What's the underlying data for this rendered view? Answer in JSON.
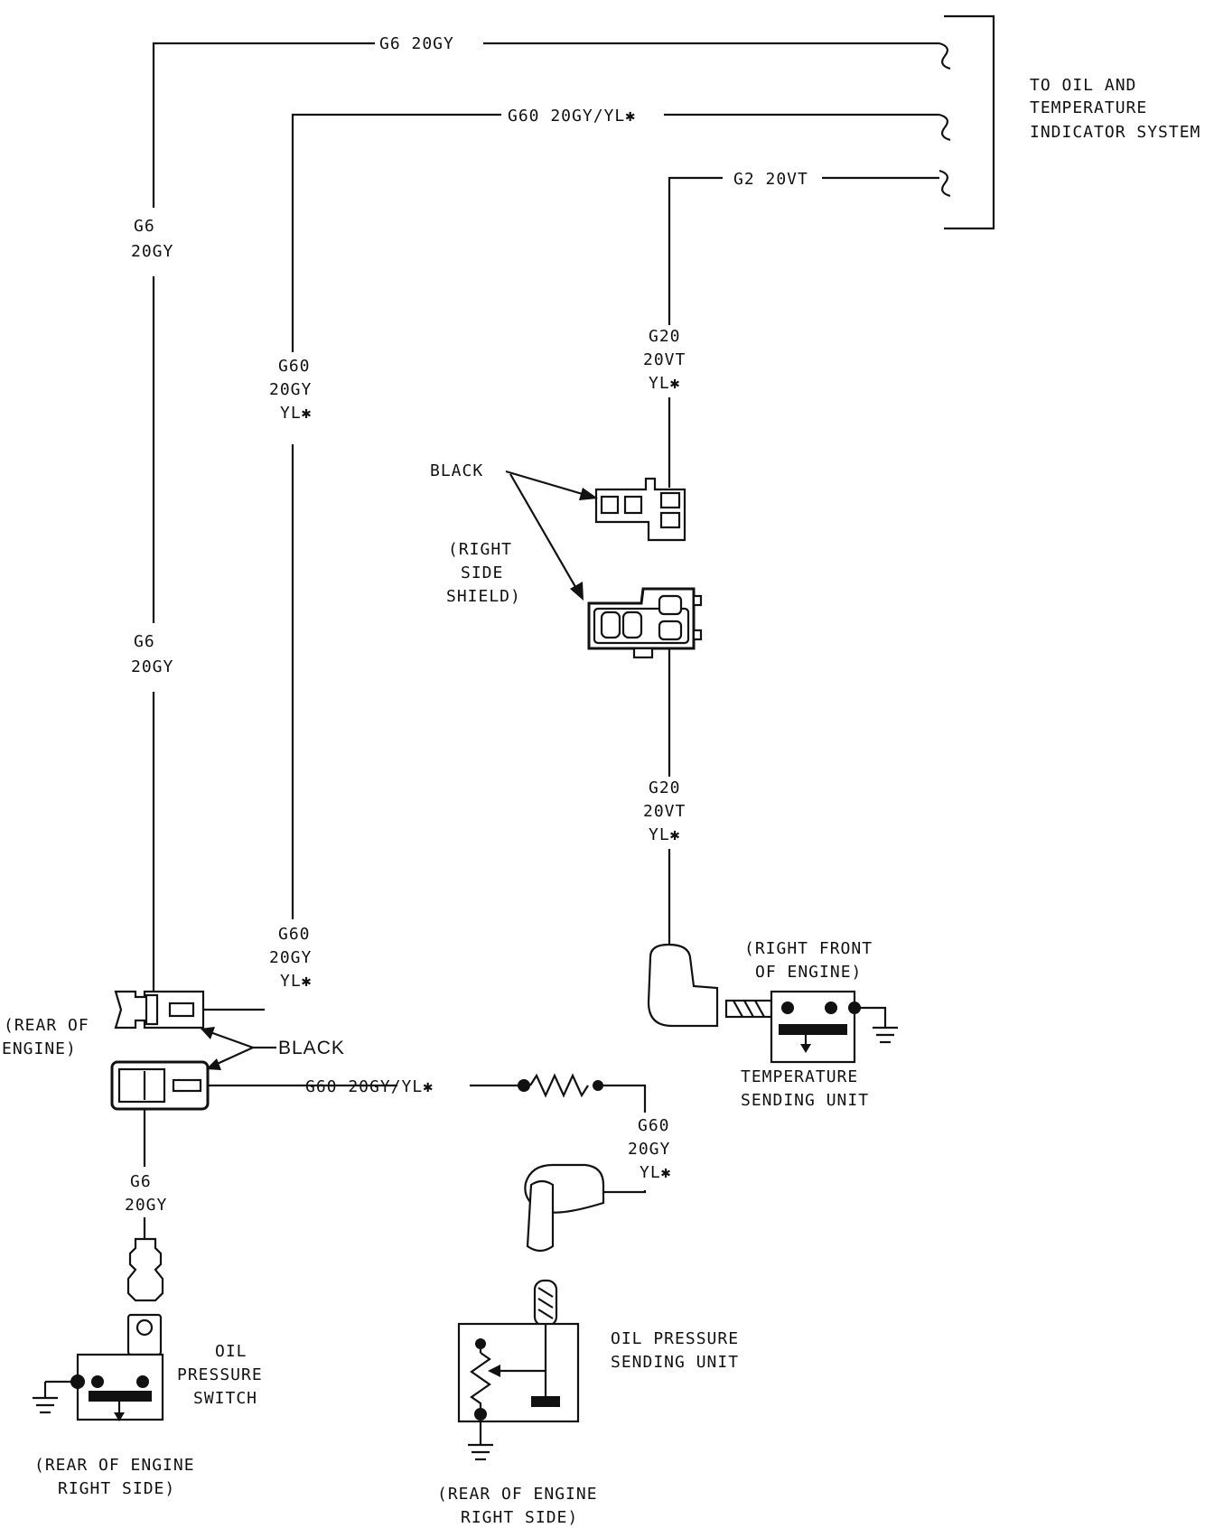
{
  "system_label": [
    "TO OIL AND",
    "TEMPERATURE",
    "INDICATOR SYSTEM"
  ],
  "wires": {
    "g6_top": "G6 20GY",
    "g60_top": "G60 20GY/YL✱",
    "g2_top": "G2 20VT",
    "g6_a": [
      "G6",
      "20GY"
    ],
    "g6_b": [
      "G6",
      "20GY"
    ],
    "g6_c": [
      "G6",
      "20GY"
    ],
    "g60_a": [
      "G60",
      "20GY",
      "YL✱"
    ],
    "g60_b": [
      "G60",
      "20GY",
      "YL✱"
    ],
    "g60_horiz": "G60 20GY/YL✱",
    "g60_c": [
      "G60",
      "20GY",
      "YL✱"
    ],
    "g20_a": [
      "G20",
      "20VT",
      "YL✱"
    ],
    "g20_b": [
      "G20",
      "20VT",
      "YL✱"
    ]
  },
  "connectors": {
    "black_label_1": "BLACK",
    "right_side_shield": [
      "(RIGHT",
      "SIDE",
      "SHIELD)"
    ],
    "black_label_2": "BLACK",
    "rear_of_engine": [
      "(REAR OF",
      "ENGINE)"
    ]
  },
  "components": {
    "temp_location": [
      "(RIGHT FRONT",
      "OF ENGINE)"
    ],
    "temp_sending_unit": [
      "TEMPERATURE",
      "SENDING UNIT"
    ],
    "oil_pressure_switch": [
      "OIL",
      "PRESSURE",
      "SWITCH"
    ],
    "oil_switch_location": [
      "(REAR OF ENGINE",
      "RIGHT SIDE)"
    ],
    "oil_pressure_sending_unit": [
      "OIL PRESSURE",
      "SENDING UNIT"
    ],
    "oil_sender_location": [
      "(REAR OF ENGINE",
      "RIGHT SIDE)"
    ]
  }
}
